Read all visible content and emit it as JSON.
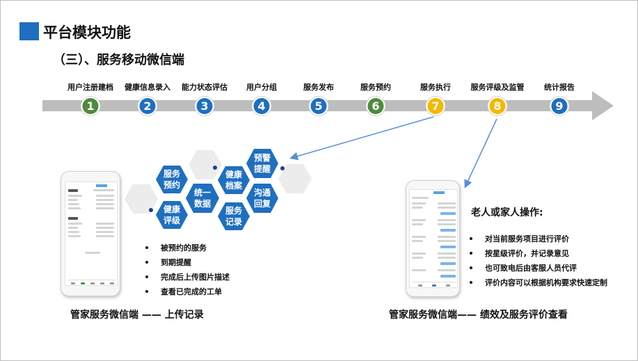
{
  "header": {
    "title": "平台模块功能",
    "subtitle": "（三）、服务移动微信端",
    "accent_color": "#1f6fc0"
  },
  "process": {
    "steps": [
      {
        "label": "用户注册建档",
        "number": "1",
        "color": "#4e8a3e"
      },
      {
        "label": "健康信息录入",
        "number": "2",
        "color": "#1f6fc0"
      },
      {
        "label": "能力状态评估",
        "number": "3",
        "color": "#1f6fc0"
      },
      {
        "label": "用户分组",
        "number": "4",
        "color": "#1f6fc0"
      },
      {
        "label": "服务发布",
        "number": "5",
        "color": "#1f6fc0"
      },
      {
        "label": "服务预约",
        "number": "6",
        "color": "#4e8a3e"
      },
      {
        "label": "服务执行",
        "number": "7",
        "color": "#f5b800"
      },
      {
        "label": "服务评级及监管",
        "number": "8",
        "color": "#f5b800"
      },
      {
        "label": "统计报告",
        "number": "9",
        "color": "#1f6fc0"
      }
    ]
  },
  "hex": {
    "center": "统一\n数据",
    "items": [
      "服务\n预约",
      "健康\n评级",
      "健康\n档案",
      "服务\n记录",
      "沟通\n回复",
      "预警\n提醒"
    ],
    "color": "#1f6fc0"
  },
  "left_panel": {
    "bullets": [
      "被预约的服务",
      "到期提醒",
      "完成后上传图片描述",
      "查看已完成的工单"
    ],
    "caption": "管家服务微信端 —— 上传记录"
  },
  "right_panel": {
    "heading": "老人或家人操作:",
    "bullets": [
      "对当前服务项目进行评价",
      "按星级评价，并记录意见",
      "也可致电后由客服人员代评",
      "评价内容可以根据机构要求快速定制"
    ],
    "caption": "管家服务微信端—— 绩效及服务评价查看"
  },
  "icons": {
    "title_mark": "blue-square-icon",
    "process_arrow": "right-arrow-icon"
  }
}
